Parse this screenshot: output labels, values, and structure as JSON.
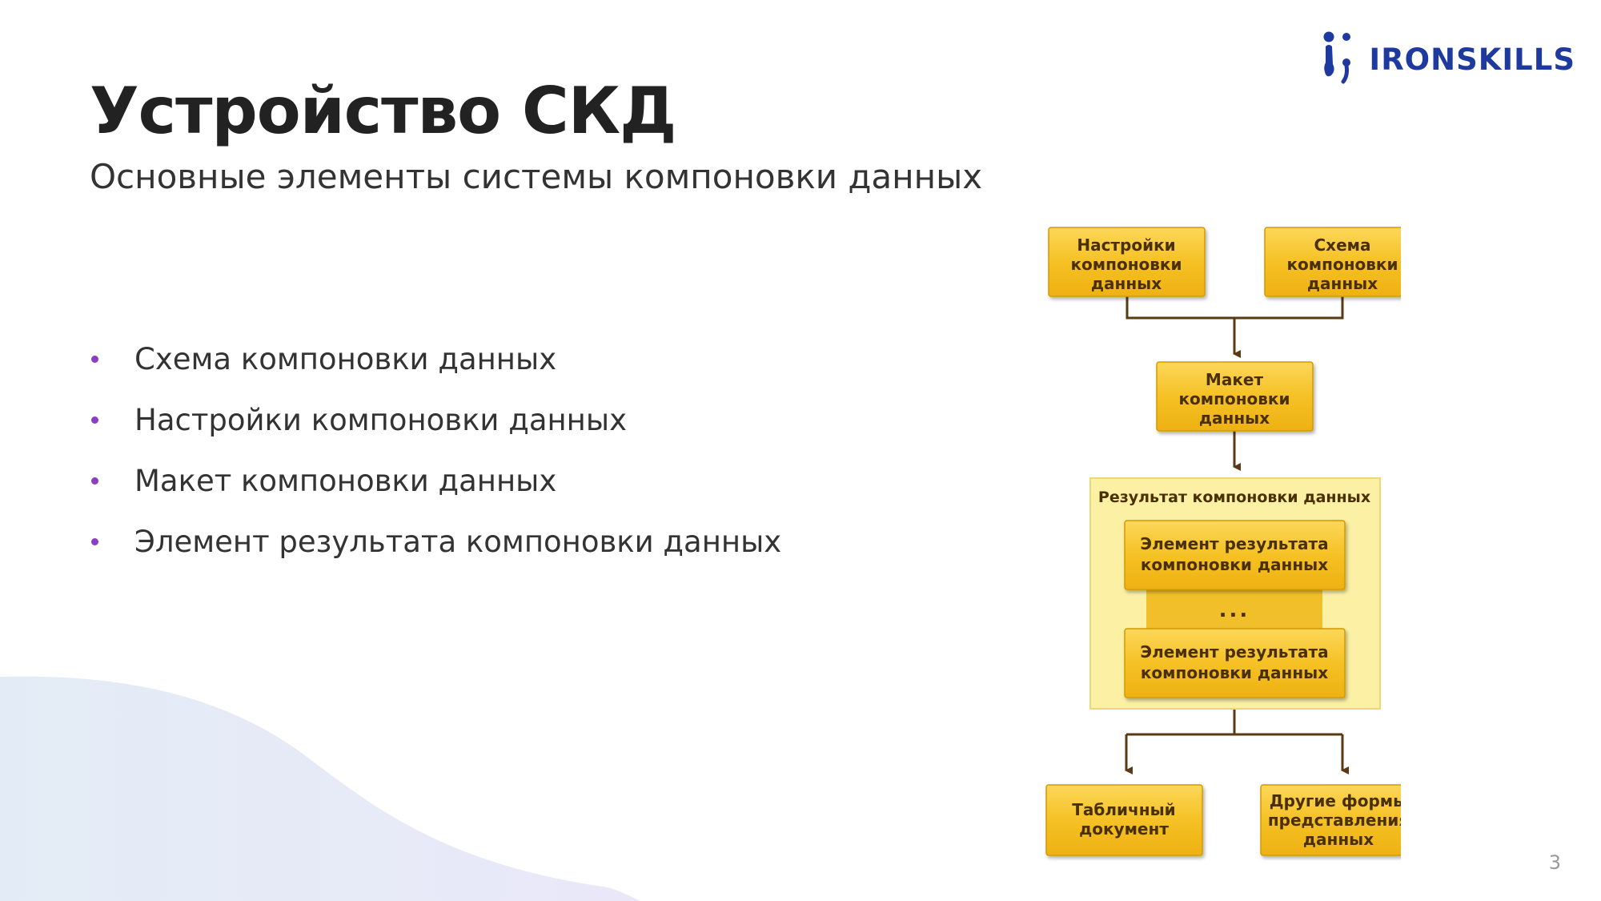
{
  "logo": {
    "text": "IRONSKILLS",
    "icon": "ironskills-logo-icon",
    "color": "#1f3a9e"
  },
  "title": "Устройство СКД",
  "subtitle": "Основные элементы системы компоновки данных",
  "bullets": [
    "Схема компоновки данных",
    "Настройки компоновки данных",
    "Макет компоновки данных",
    "Элемент результата компоновки данных"
  ],
  "diagram": {
    "settings": [
      "Настройки",
      "компоновки",
      "данных"
    ],
    "schema": [
      "Схема",
      "компоновки",
      "данных"
    ],
    "layout": [
      "Макет",
      "компоновки",
      "данных"
    ],
    "result_group": "Результат компоновки данных",
    "result_item": [
      "Элемент результата",
      "компоновки данных"
    ],
    "ellipsis": "...",
    "table_doc": [
      "Табличный",
      "документ"
    ],
    "other_forms": [
      "Другие формы",
      "представления",
      "данных"
    ]
  },
  "page_number": "3",
  "colors": {
    "bullet": "#8a3ec0",
    "box": "#f5c125",
    "group_bg": "#fbf0a4",
    "arrow": "#5a3a14"
  }
}
